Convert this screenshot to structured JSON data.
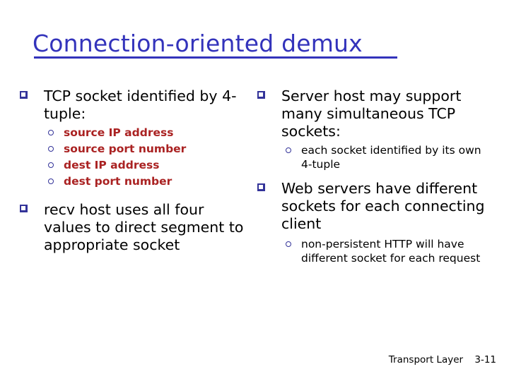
{
  "slide": {
    "title": "Connection-oriented demux",
    "title_color": "#3333bb",
    "accent_bullet_color": "#333399",
    "sub_text_color": "#aa2222",
    "background": "#ffffff"
  },
  "left_column": {
    "bullet1": {
      "text": "TCP socket identified by 4-tuple:",
      "sub_items": [
        "source IP address",
        "source port number",
        "dest IP address",
        "dest port number"
      ]
    },
    "bullet2": {
      "text": "recv host uses all four values to direct segment to appropriate socket"
    }
  },
  "right_column": {
    "bullet1": {
      "text": "Server host may support many simultaneous TCP sockets:",
      "sub_items": [
        "each socket identified by its own 4-tuple"
      ]
    },
    "bullet2": {
      "text": "Web servers have different sockets for each connecting client",
      "sub_items": [
        "non-persistent HTTP will have different socket for each request"
      ]
    }
  },
  "footer": {
    "label": "Transport Layer",
    "page": "3-11"
  }
}
